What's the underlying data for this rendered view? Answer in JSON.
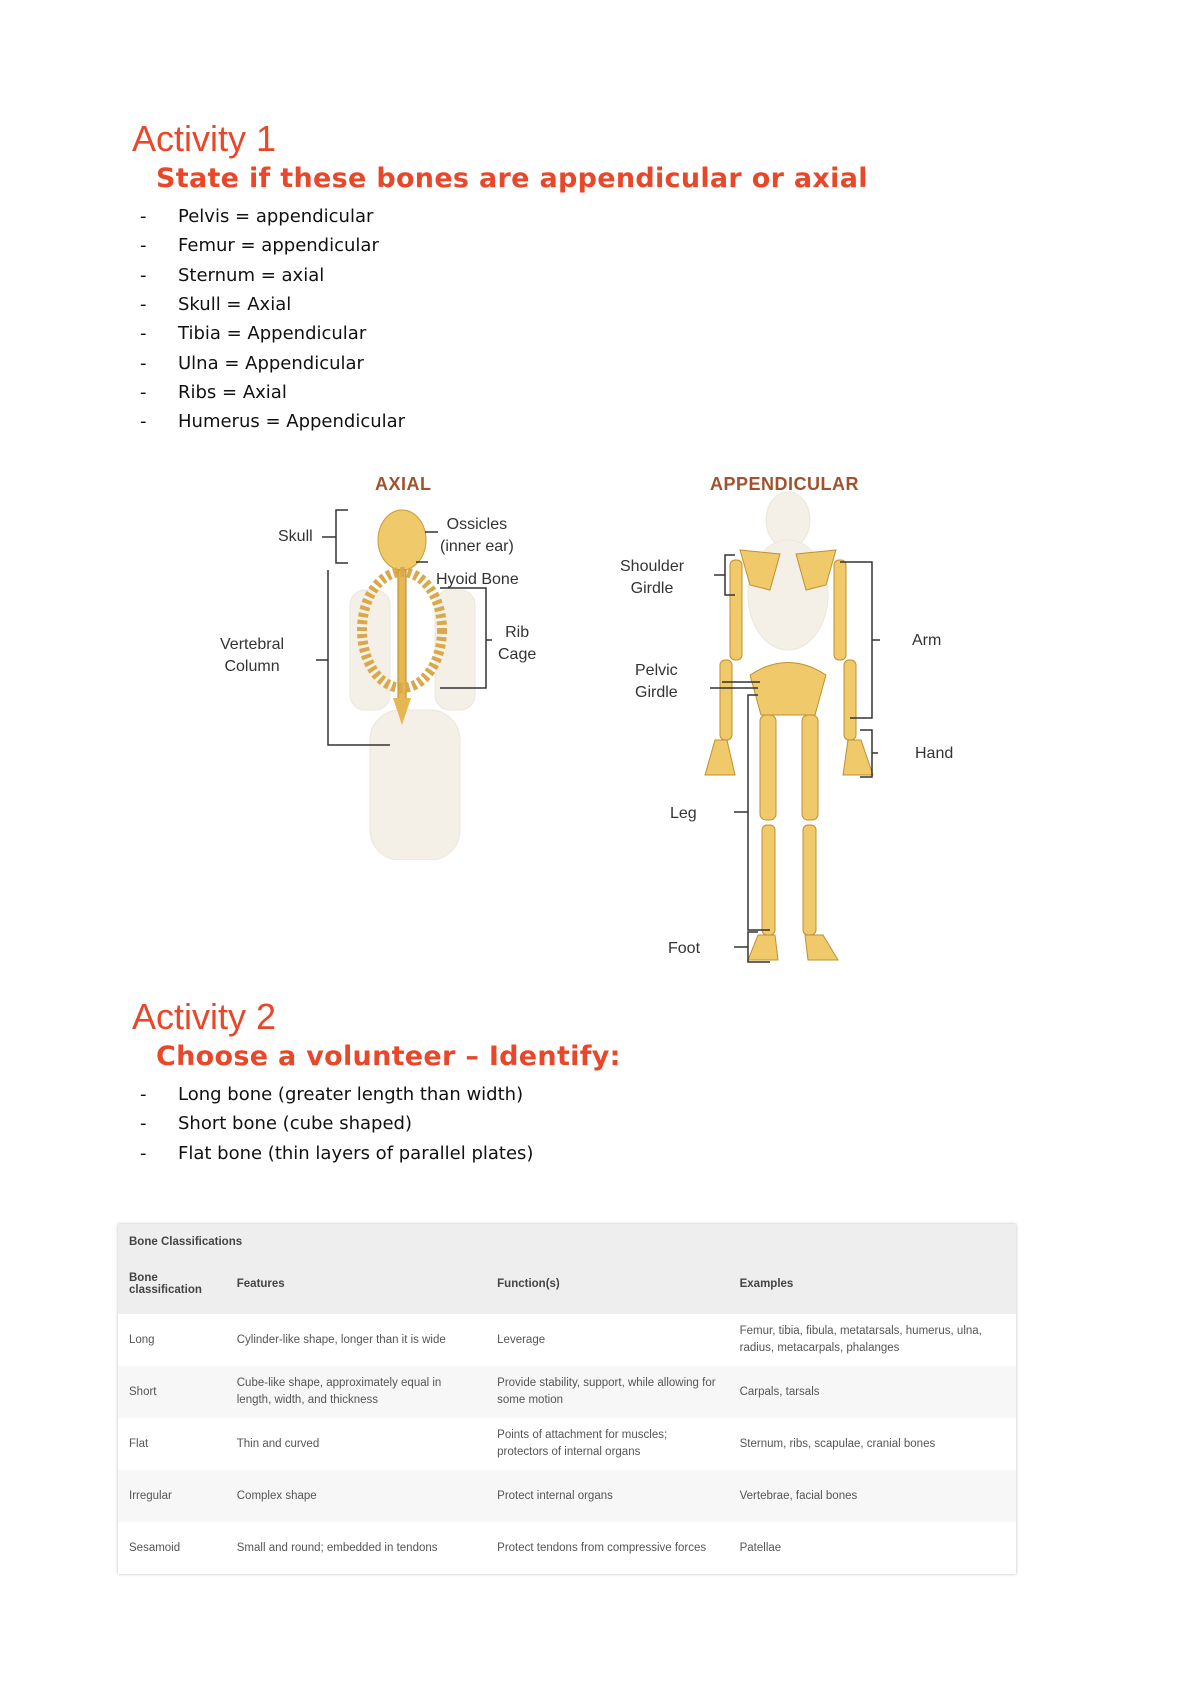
{
  "activity1": {
    "title": "Activity 1",
    "subtitle": "State if these bones are appendicular or axial",
    "items": [
      "Pelvis =  appendicular",
      "Femur =  appendicular",
      "Sternum = axial",
      "Skull = Axial",
      "Tibia  = Appendicular",
      "Ulna = Appendicular",
      "Ribs = Axial",
      "Humerus = Appendicular"
    ],
    "bullet": "-"
  },
  "diagram": {
    "axial": {
      "title": "AXIAL",
      "labels": {
        "skull": "Skull",
        "ossicles": "Ossicles\n(inner ear)",
        "hyoid": "Hyoid Bone",
        "vertebral": "Vertebral\nColumn",
        "rib": "Rib\nCage"
      }
    },
    "appendicular": {
      "title": "APPENDICULAR",
      "labels": {
        "shoulder": "Shoulder\nGirdle",
        "pelvic": "Pelvic\nGirdle",
        "arm": "Arm",
        "hand": "Hand",
        "leg": "Leg",
        "foot": "Foot"
      }
    },
    "colors": {
      "bone": "#f0c96a",
      "faded": "#f3efe6",
      "bracket": "#222"
    }
  },
  "activity2": {
    "title": "Activity 2",
    "subtitle": "Choose a volunteer – Identify:",
    "items": [
      "Long bone (greater length than width)",
      "Short bone (cube shaped)",
      "Flat bone (thin layers of parallel plates)"
    ],
    "bullet": "-"
  },
  "table": {
    "caption": "Bone Classifications",
    "headers": [
      "Bone classification",
      "Features",
      "Function(s)",
      "Examples"
    ],
    "rows": [
      [
        "Long",
        "Cylinder-like shape, longer than it is wide",
        "Leverage",
        "Femur, tibia, fibula, metatarsals, humerus, ulna, radius, metacarpals, phalanges"
      ],
      [
        "Short",
        "Cube-like shape, approximately equal in length, width, and thickness",
        "Provide stability, support, while allowing for some motion",
        "Carpals, tarsals"
      ],
      [
        "Flat",
        "Thin and curved",
        "Points of attachment for muscles; protectors of internal organs",
        "Sternum, ribs, scapulae, cranial bones"
      ],
      [
        "Irregular",
        "Complex shape",
        "Protect internal organs",
        "Vertebrae, facial bones"
      ],
      [
        "Sesamoid",
        "Small and round; embedded in tendons",
        "Protect tendons from compressive forces",
        "Patellae"
      ]
    ]
  }
}
